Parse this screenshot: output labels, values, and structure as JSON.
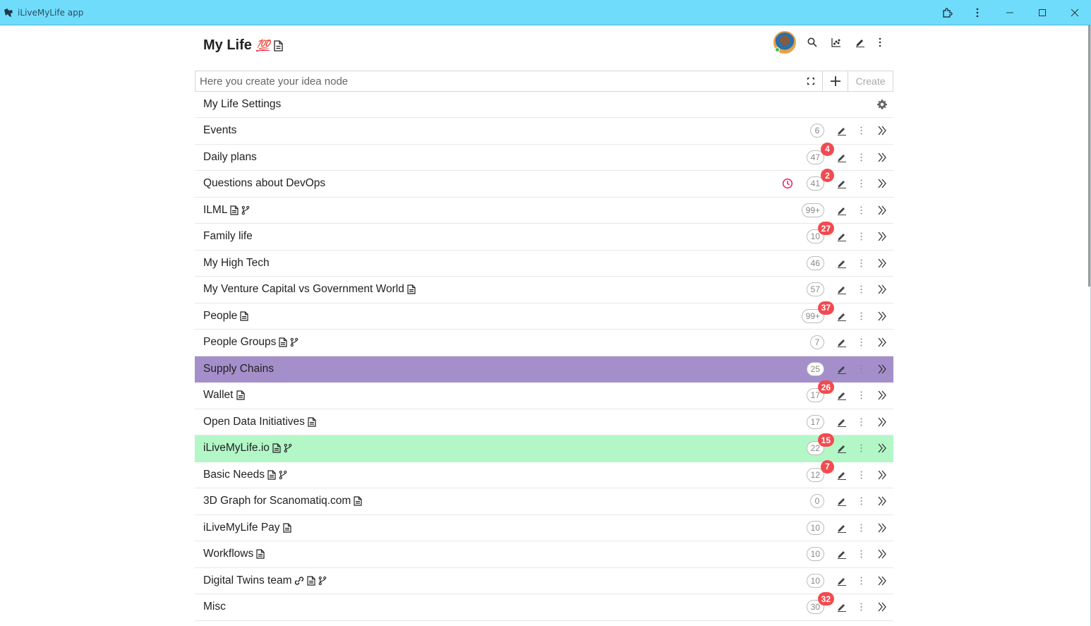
{
  "window": {
    "title": "iLiveMyLife app",
    "controls": [
      "extensions-icon",
      "more-icon",
      "minimize-icon",
      "maximize-icon",
      "close-icon"
    ]
  },
  "header": {
    "title": "My Life",
    "emoji": "💯",
    "actions": [
      "avatar",
      "search-icon",
      "chart-icon",
      "edit-icon",
      "more-icon"
    ]
  },
  "create_bar": {
    "placeholder": "Here you create your idea node",
    "button_label": "Create"
  },
  "settings_row": {
    "label": "My Life Settings"
  },
  "colors": {
    "titlebar": "#70dcfb",
    "purple_row": "#a48fca",
    "green_row": "#b3f7c7",
    "badge": "#f24a50"
  },
  "nodes": [
    {
      "title": "Events",
      "icons": [],
      "count": "6",
      "badge": ""
    },
    {
      "title": "Daily plans",
      "icons": [],
      "count": "47",
      "badge": "4"
    },
    {
      "title": "Questions about DevOps",
      "icons": [],
      "count": "41",
      "badge": "2",
      "clock": true
    },
    {
      "title": "ILML",
      "icons": [
        "doc",
        "branch"
      ],
      "count": "99+",
      "badge": ""
    },
    {
      "title": "Family life",
      "icons": [],
      "count": "10",
      "badge": "27"
    },
    {
      "title": "My High Tech",
      "icons": [],
      "count": "46",
      "badge": ""
    },
    {
      "title": "My Venture Capital vs Government World",
      "icons": [
        "doc"
      ],
      "count": "57",
      "badge": ""
    },
    {
      "title": "People",
      "icons": [
        "doc"
      ],
      "count": "99+",
      "badge": "37"
    },
    {
      "title": "People Groups",
      "icons": [
        "doc",
        "branch"
      ],
      "count": "7",
      "badge": ""
    },
    {
      "title": "Supply Chains",
      "icons": [],
      "count": "25",
      "badge": "",
      "highlight": "purple"
    },
    {
      "title": "Wallet",
      "icons": [
        "doc"
      ],
      "count": "17",
      "badge": "26"
    },
    {
      "title": "Open Data Initiatives",
      "icons": [
        "doc"
      ],
      "count": "17",
      "badge": ""
    },
    {
      "title": "iLiveMyLife.io",
      "icons": [
        "doc",
        "branch"
      ],
      "count": "22",
      "badge": "15",
      "highlight": "green"
    },
    {
      "title": "Basic Needs",
      "icons": [
        "doc",
        "branch"
      ],
      "count": "12",
      "badge": "7"
    },
    {
      "title": "3D Graph for Scanomatiq.com",
      "icons": [
        "doc"
      ],
      "count": "0",
      "badge": ""
    },
    {
      "title": "iLiveMyLife Pay",
      "icons": [
        "doc"
      ],
      "count": "10",
      "badge": ""
    },
    {
      "title": "Workflows",
      "icons": [
        "doc"
      ],
      "count": "10",
      "badge": ""
    },
    {
      "title": "Digital Twins team",
      "icons": [
        "link",
        "doc",
        "branch"
      ],
      "count": "10",
      "badge": ""
    },
    {
      "title": "Misc",
      "icons": [],
      "count": "30",
      "badge": "32"
    }
  ]
}
